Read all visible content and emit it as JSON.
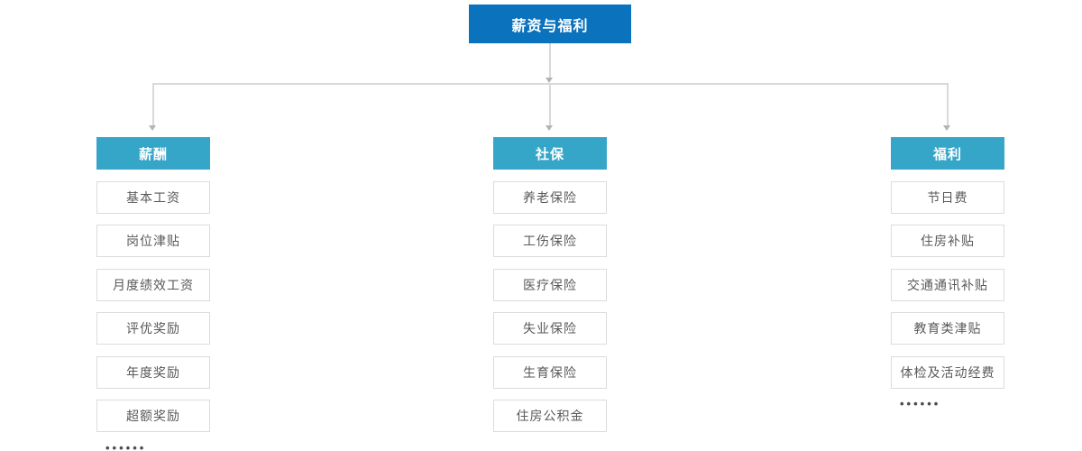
{
  "root": {
    "label": "薪资与福利"
  },
  "branches": [
    {
      "label": "薪酬",
      "items": [
        "基本工资",
        "岗位津贴",
        "月度绩效工资",
        "评优奖励",
        "年度奖励",
        "超额奖励"
      ],
      "ellipsis": "••••••"
    },
    {
      "label": "社保",
      "items": [
        "养老保险",
        "工伤保险",
        "医疗保险",
        "失业保险",
        "生育保险",
        "住房公积金"
      ]
    },
    {
      "label": "福利",
      "items": [
        "节日费",
        "住房补贴",
        "交通通讯补贴",
        "教育类津贴",
        "体检及活动经费"
      ],
      "ellipsis": "••••••"
    }
  ],
  "colors": {
    "root_bg": "#0b72bd",
    "branch_bg": "#36a6c8",
    "node_border": "#dcdcdc",
    "node_text": "#595959",
    "line": "#d9d9d9",
    "arrow": "#b3b3b3",
    "dots": "#4d4d4d"
  }
}
